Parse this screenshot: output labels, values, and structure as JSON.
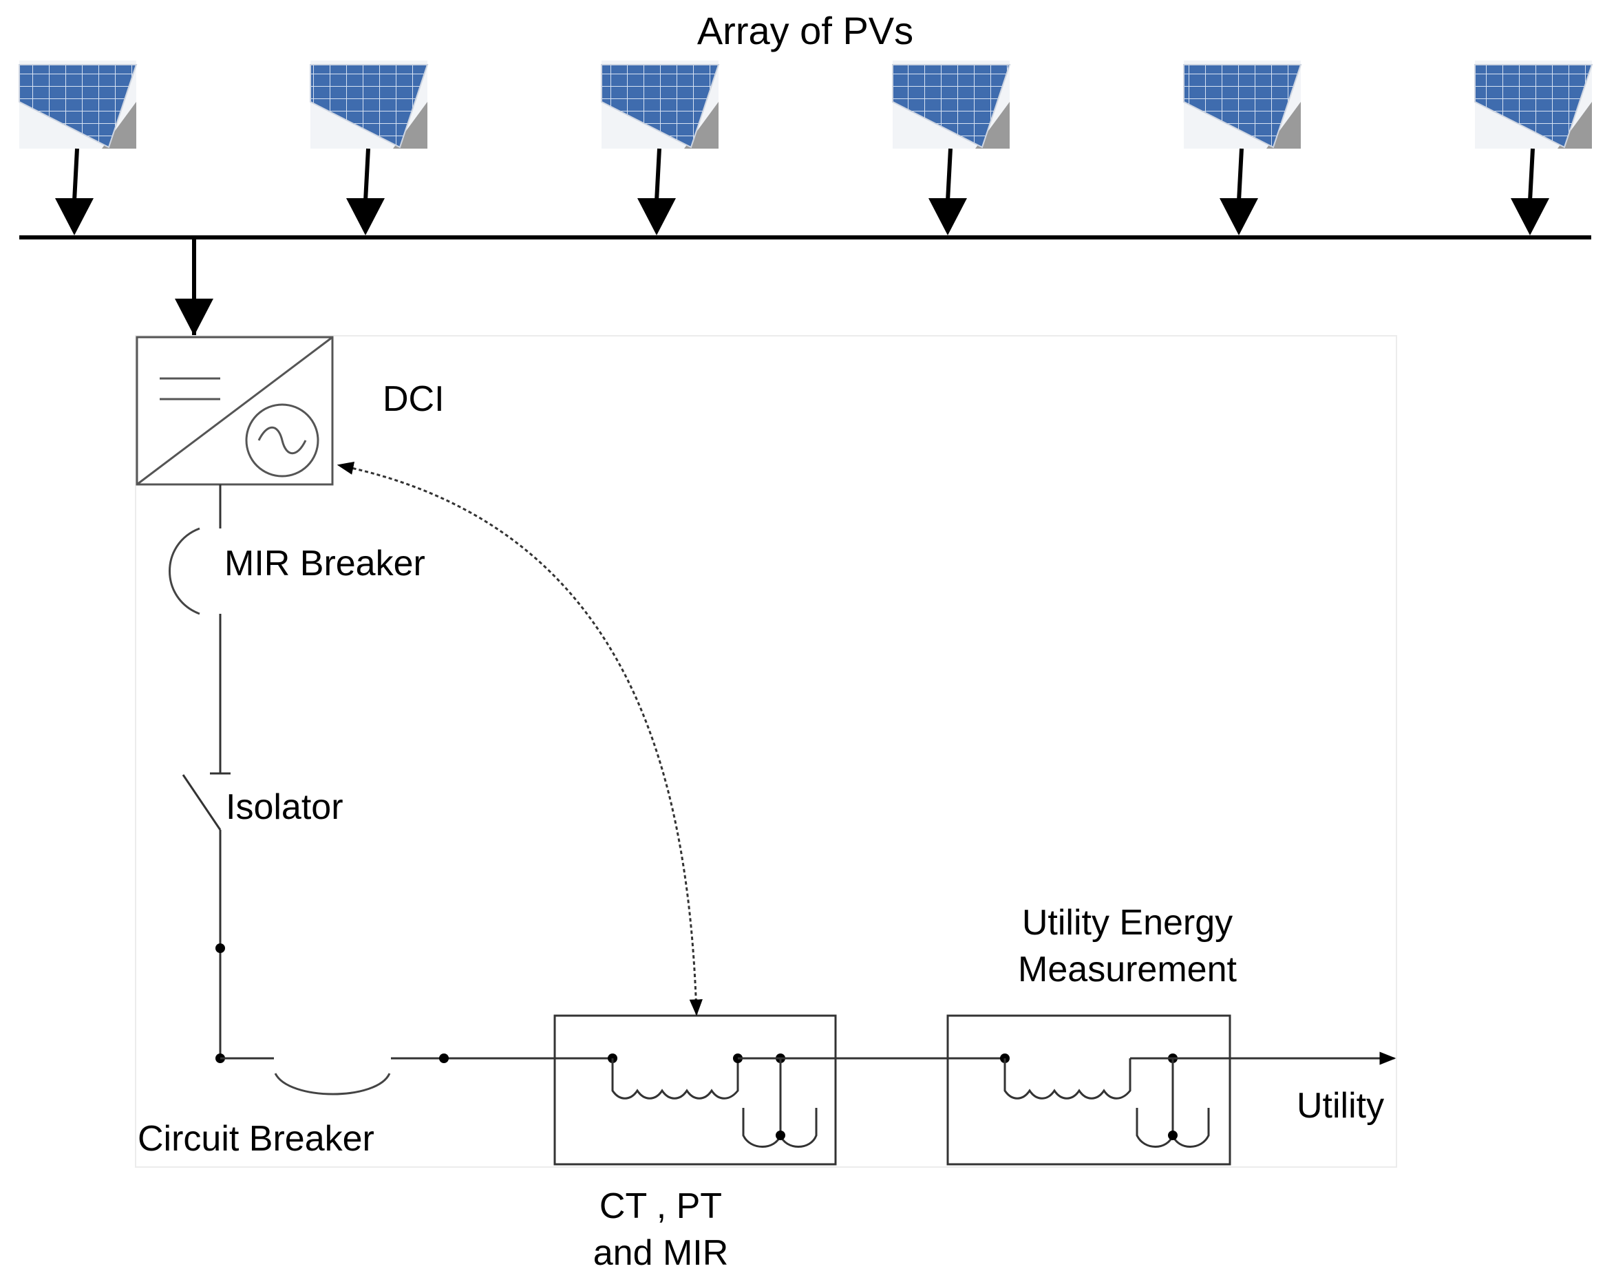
{
  "title": "Array of PVs",
  "labels": {
    "dci": "DCI",
    "mir_breaker": "MIR Breaker",
    "isolator": "Isolator",
    "circuit_breaker": "Circuit Breaker",
    "ct_pt_line1": "CT , PT",
    "ct_pt_line2": "and MIR",
    "utility_meter_line1": "Utility Energy",
    "utility_meter_line2": "Measurement",
    "utility": "Utility"
  },
  "pv_panel_count": 6,
  "colors": {
    "line": "#000000",
    "panel_frame": "#cfd6e2",
    "panel_cell": "#3f6cae",
    "panel_cell_dark": "#2b4f8c",
    "panel_grid": "#d8e3f3",
    "panel_shadow": "#9a9a9a",
    "box_border": "#e6e6e6"
  }
}
